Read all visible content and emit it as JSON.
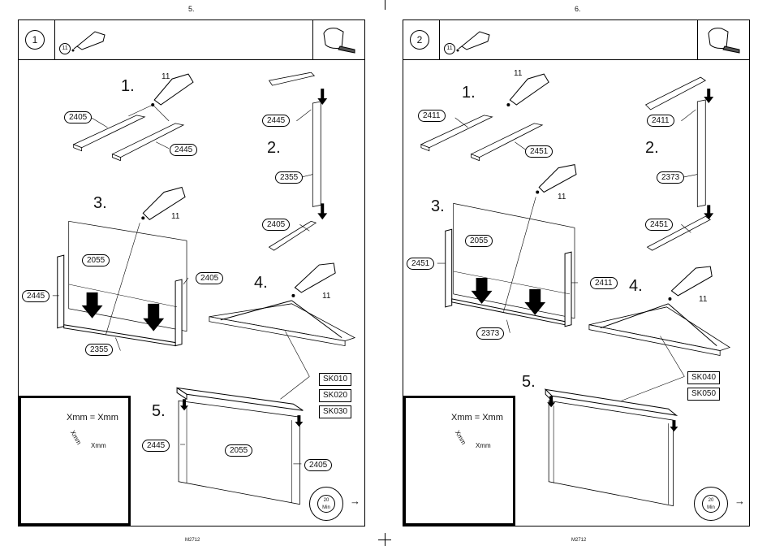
{
  "pages": [
    {
      "page_number": "5.",
      "step": "1",
      "glue_ref": "11",
      "parts": {
        "p1a": "2405",
        "p1b": "2445",
        "p2a": "2445",
        "p2b": "2355",
        "p2c": "2405",
        "p3a": "2055",
        "p3b": "2445",
        "p3c": "2405",
        "p3d": "2355",
        "p5a": "2445",
        "p5b": "2055",
        "p5c": "2405"
      },
      "sub_steps": [
        "1.",
        "2.",
        "3.",
        "4.",
        "5."
      ],
      "glue_labels": [
        "11",
        "11",
        "11"
      ],
      "sk_codes": [
        "SK010",
        "SK020",
        "SK030"
      ],
      "inset": {
        "equation": "Xmm = Xmm",
        "diag": "Xmm",
        "horiz": "Xmm"
      },
      "timer": {
        "value": "20",
        "unit": "Min"
      },
      "footer": "M2712"
    },
    {
      "page_number": "6.",
      "step": "2",
      "glue_ref": "11",
      "parts": {
        "p1a": "2411",
        "p1b": "2451",
        "p2a": "2411",
        "p2b": "2373",
        "p2c": "2451",
        "p3a": "2055",
        "p3b": "2451",
        "p3c": "2411",
        "p3d": "2373",
        "p5a": "",
        "p5b": "",
        "p5c": ""
      },
      "sub_steps": [
        "1.",
        "2.",
        "3.",
        "4.",
        "5."
      ],
      "glue_labels": [
        "11",
        "11",
        "11"
      ],
      "sk_codes": [
        "SK040",
        "SK050"
      ],
      "inset": {
        "equation": "Xmm = Xmm",
        "diag": "Xmm",
        "horiz": "Xmm"
      },
      "timer": {
        "value": "20",
        "unit": "Min"
      },
      "footer": "M2712"
    }
  ]
}
